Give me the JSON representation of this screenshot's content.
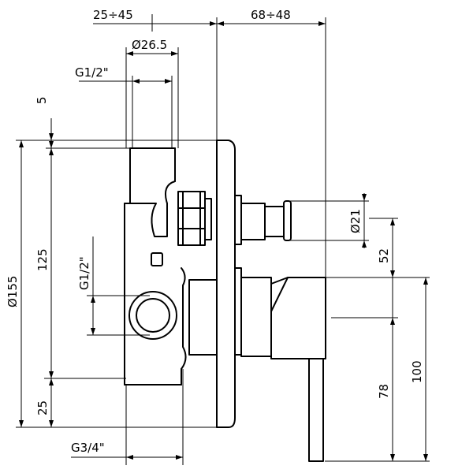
{
  "dimensions": {
    "top_left_range": "25÷45",
    "top_right_range": "68÷48",
    "inner_diameter": "Ø26.5",
    "top_thread": "G1/2\"",
    "gap_top": "5",
    "overall_diameter": "Ø155",
    "height_125": "125",
    "side_thread": "G1/2\"",
    "bottom_25": "25",
    "bottom_thread": "G3/4\"",
    "spindle_diameter": "Ø21",
    "dim_52": "52",
    "dim_78": "78",
    "dim_100": "100"
  }
}
